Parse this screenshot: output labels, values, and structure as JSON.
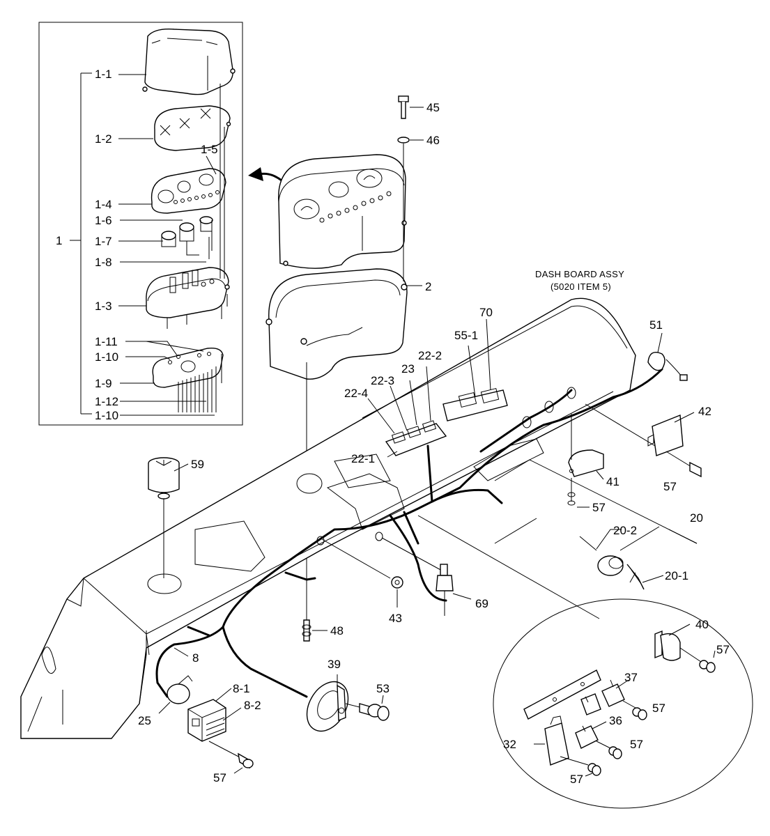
{
  "assembly_label": {
    "line1": "DASH BOARD ASSY",
    "line2": "(5020 ITEM 5)"
  },
  "inset_callouts": {
    "c1": "1",
    "c1_1": "1-1",
    "c1_2": "1-2",
    "c1_3": "1-3",
    "c1_4": "1-4",
    "c1_5": "1-5",
    "c1_6": "1-6",
    "c1_7": "1-7",
    "c1_8": "1-8",
    "c1_9": "1-9",
    "c1_10_top": "1-10",
    "c1_10_bottom": "1-10",
    "c1_11": "1-11",
    "c1_12": "1-12"
  },
  "callouts": {
    "c2": "2",
    "c8": "8",
    "c8_1": "8-1",
    "c8_2": "8-2",
    "c20": "20",
    "c20_1": "20-1",
    "c20_2": "20-2",
    "c22_1": "22-1",
    "c22_2": "22-2",
    "c22_3": "22-3",
    "c22_4": "22-4",
    "c23": "23",
    "c25": "25",
    "c32": "32",
    "c36": "36",
    "c37": "37",
    "c39": "39",
    "c40": "40",
    "c41": "41",
    "c42": "42",
    "c43": "43",
    "c45": "45",
    "c46": "46",
    "c48": "48",
    "c51": "51",
    "c53": "53",
    "c55_1": "55-1",
    "c57_a": "57",
    "c57_b": "57",
    "c57_c": "57",
    "c57_d": "57",
    "c57_e": "57",
    "c57_f": "57",
    "c57_g": "57",
    "c59": "59",
    "c69": "69",
    "c70": "70"
  }
}
